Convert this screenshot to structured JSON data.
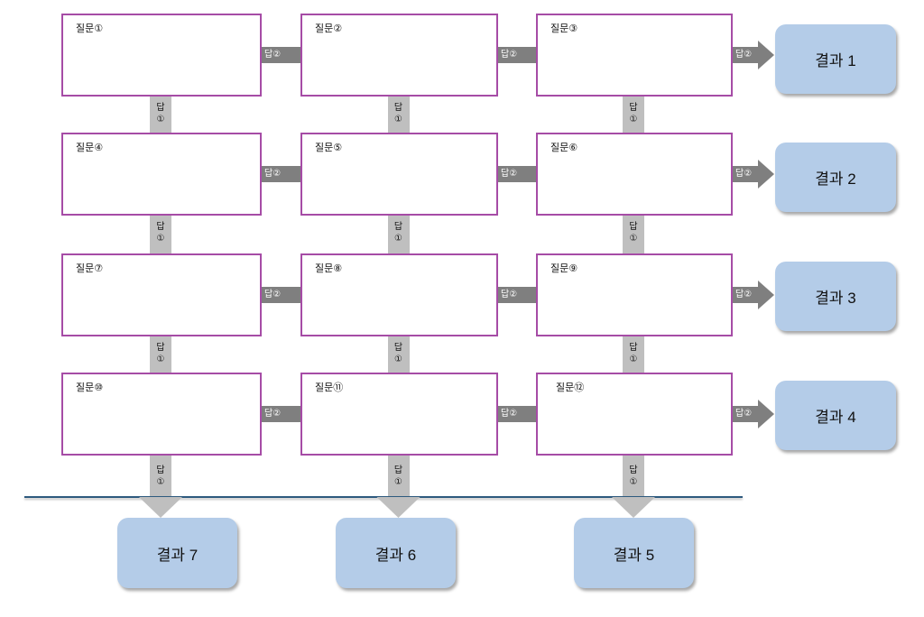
{
  "questions": [
    {
      "label": "질문①"
    },
    {
      "label": "질문②"
    },
    {
      "label": "질문③"
    },
    {
      "label": "질문④"
    },
    {
      "label": "질문⑤"
    },
    {
      "label": "질문⑥"
    },
    {
      "label": "질문⑦"
    },
    {
      "label": "질문⑧"
    },
    {
      "label": "질문⑨"
    },
    {
      "label": "질문⑩"
    },
    {
      "label": "질문⑪"
    },
    {
      "label": "질문⑫"
    }
  ],
  "connectors": {
    "right_label": "답②",
    "down_label_line1": "답",
    "down_label_line2": "①"
  },
  "results_right": [
    {
      "label": "결과 1"
    },
    {
      "label": "결과 2"
    },
    {
      "label": "결과 3"
    },
    {
      "label": "결과 4"
    }
  ],
  "results_bottom": [
    {
      "label": "결과 7"
    },
    {
      "label": "결과 6"
    },
    {
      "label": "결과 5"
    }
  ],
  "colors": {
    "question_border": "#A64CA6",
    "right_connector": "#7F7F7F",
    "down_connector": "#BFBFBF",
    "result_fill": "#B4CCE8",
    "divider": "#2E5A7E"
  }
}
